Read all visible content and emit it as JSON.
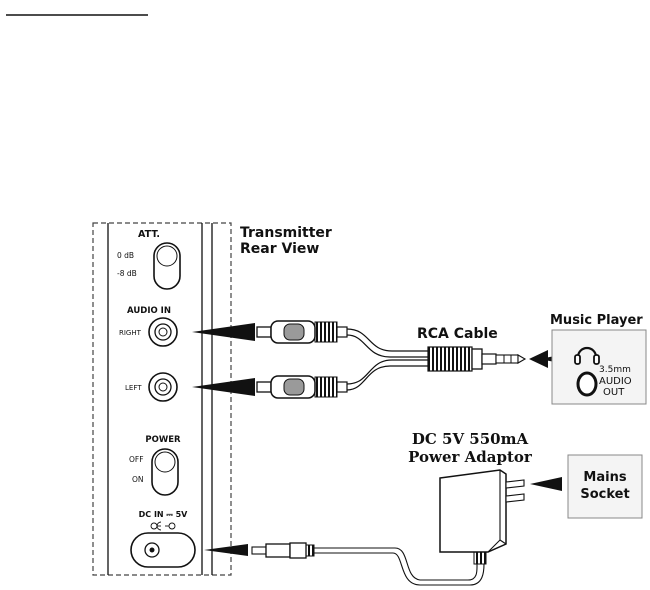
{
  "panel": {
    "title_line1": "Transmitter",
    "title_line2": "Rear View",
    "att": {
      "label": "ATT.",
      "opt1": "0 dB",
      "opt2": "-8 dB"
    },
    "audio_in": {
      "label": "AUDIO IN",
      "right": "RIGHT",
      "left": "LEFT"
    },
    "power": {
      "label": "POWER",
      "off": "OFF",
      "on": "ON"
    },
    "dc_in": {
      "label": "DC IN ⎓ 5V"
    }
  },
  "rca_cable": {
    "label": "RCA Cable"
  },
  "music_player": {
    "title": "Music Player",
    "jack_size": "3.5mm",
    "out_line1": "AUDIO",
    "out_line2": "OUT"
  },
  "adaptor": {
    "line1": "DC 5V 550mA",
    "line2": "Power Adaptor"
  },
  "mains": {
    "line1": "Mains",
    "line2": "Socket"
  },
  "colors": {
    "ink": "#111111",
    "box_fill": "#f4f4f4",
    "plug_gray": "#9a9a9a"
  }
}
